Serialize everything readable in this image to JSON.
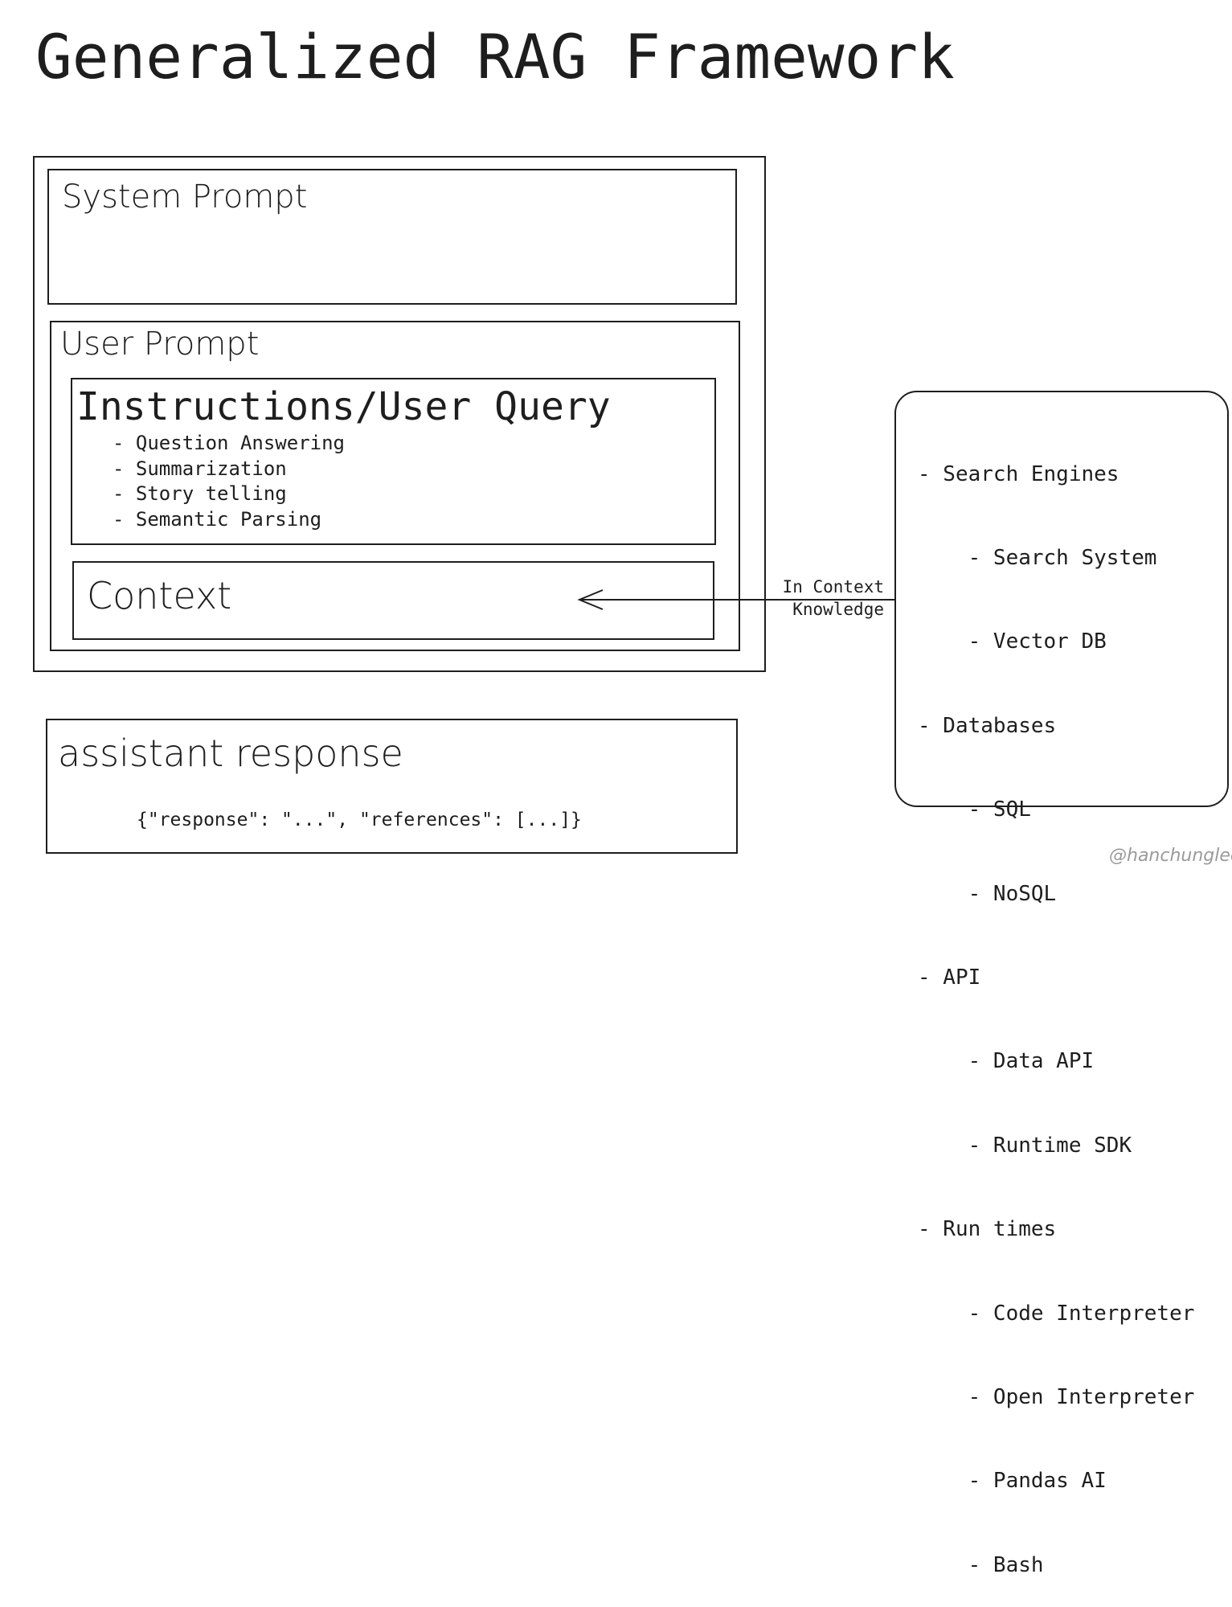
{
  "title": "Generalized RAG Framework",
  "system_prompt": {
    "label": "System Prompt"
  },
  "user_prompt": {
    "label": "User Prompt",
    "instructions": {
      "title": "Instructions/User Query",
      "items": [
        "- Question Answering",
        "- Summarization",
        "- Story telling",
        "- Semantic Parsing"
      ]
    },
    "context": {
      "label": "Context"
    }
  },
  "assistant_response": {
    "label": "assistant response",
    "json_example": "{\"response\": \"...\", \"references\": [...]}"
  },
  "edge": {
    "label_line1": "In Context",
    "label_line2": "Knowledge"
  },
  "sources": {
    "items": [
      "- Search Engines",
      "    - Search System",
      "    - Vector DB",
      "- Databases",
      "    - SQL",
      "    - NoSQL",
      "- API",
      "    - Data API",
      "    - Runtime SDK",
      "- Run times",
      "    - Code Interpreter",
      "    - Open Interpreter",
      "    - Pandas AI",
      "    - Bash"
    ]
  },
  "credit": "@hanchunglee",
  "colors": {
    "stroke": "#1e1e1e",
    "credit": "#9a9a9a",
    "background": "#ffffff"
  }
}
